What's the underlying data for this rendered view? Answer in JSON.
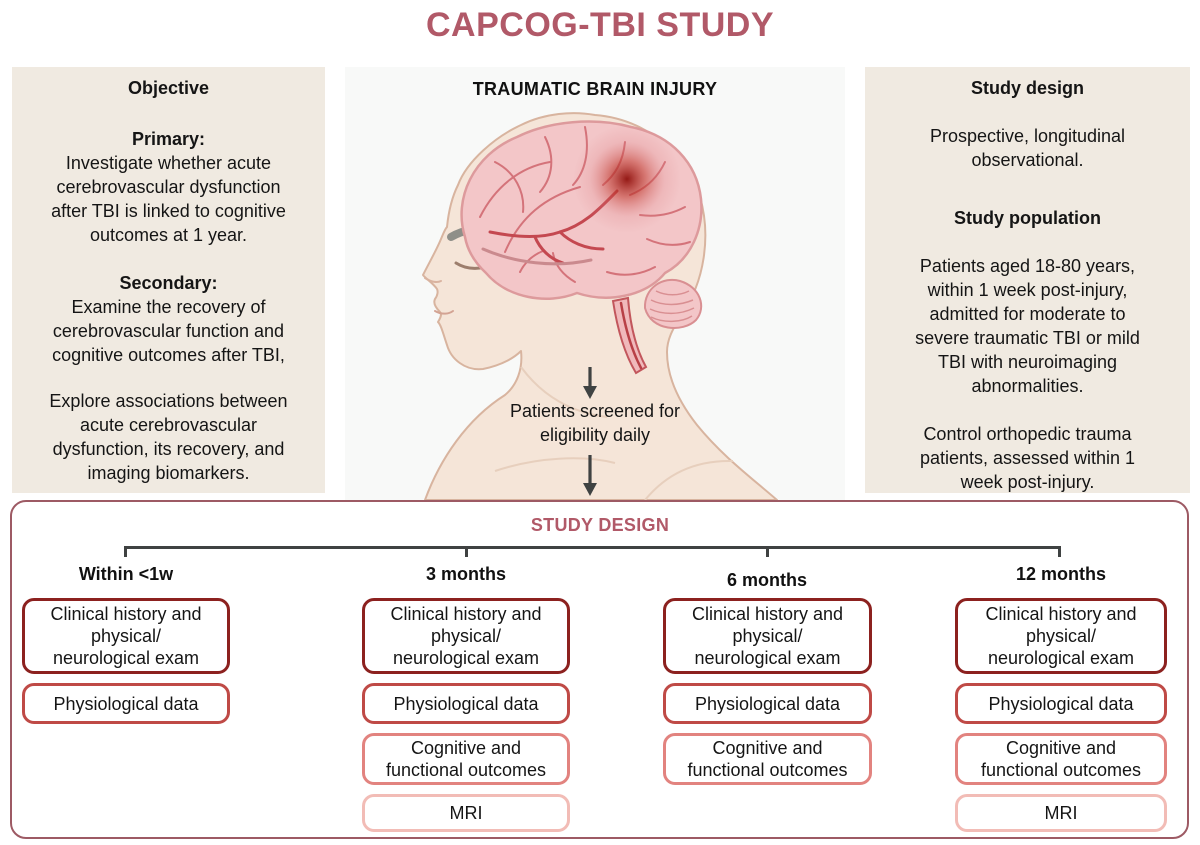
{
  "title": "CAPCOG-TBI STUDY",
  "colors": {
    "accent_rose": "#b15968",
    "panel_beige": "#f0eae1",
    "outer_box_border": "#9d5a64",
    "timeline_gray": "#3f4242",
    "box_border_tier1": "#8c211f",
    "box_border_tier2": "#bf4a46",
    "box_border_tier3": "#e2837f",
    "box_border_tier4": "#f2bcb6",
    "injury_red": "#8f100c",
    "brain_pink": "#f3c6c8"
  },
  "objective_panel": {
    "heading": "Objective",
    "primary_label": "Primary:",
    "primary_text": "Investigate whether acute\ncerebrovascular dysfunction\nafter TBI is linked to cognitive\noutcomes at 1 year.",
    "secondary_label": "Secondary:",
    "secondary_text": "Examine the recovery of\ncerebrovascular function and\ncognitive outcomes after TBI,",
    "exploratory_text": "Explore associations between\nacute cerebrovascular\ndysfunction, its recovery, and\nimaging biomarkers."
  },
  "center_panel": {
    "heading": "TRAUMATIC BRAIN INJURY",
    "illustration": "human-head-profile-with-injured-brain",
    "screening_text": "Patients screened for\neligibility daily"
  },
  "design_panel": {
    "heading": "Study design",
    "design_text": "Prospective, longitudinal\nobservational.",
    "population_heading": "Study population",
    "population_text": "Patients aged 18-80 years,\nwithin 1 week post-injury,\nadmitted for moderate to\nsevere traumatic TBI or mild\nTBI with neuroimaging\nabnormalities.",
    "control_text": "Control orthopedic trauma\npatients, assessed within 1\nweek post-injury."
  },
  "study_design": {
    "heading": "STUDY DESIGN",
    "columns": [
      {
        "label": "Within <1w",
        "boxes": [
          "Clinical history and\nphysical/\nneurological exam",
          "Physiological data"
        ]
      },
      {
        "label": "3 months",
        "boxes": [
          "Clinical history and\nphysical/\nneurological exam",
          "Physiological data",
          "Cognitive and\nfunctional outcomes",
          "MRI"
        ]
      },
      {
        "label": "6 months",
        "boxes": [
          "Clinical history and\nphysical/\nneurological exam",
          "Physiological data",
          "Cognitive and\nfunctional outcomes"
        ]
      },
      {
        "label": "12 months",
        "boxes": [
          "Clinical history and\nphysical/\nneurological exam",
          "Physiological data",
          "Cognitive and\nfunctional outcomes",
          "MRI"
        ]
      }
    ]
  }
}
